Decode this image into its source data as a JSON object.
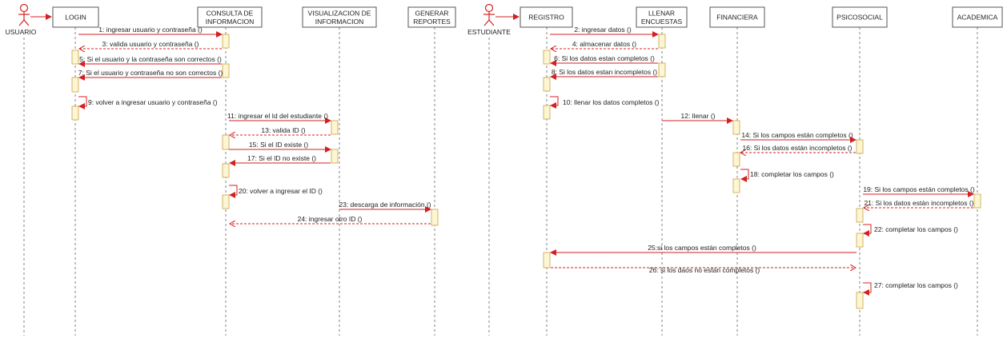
{
  "actors": [
    "USUARIO",
    "ESTUDIANTE"
  ],
  "participants": [
    {
      "lines": [
        "LOGIN"
      ]
    },
    {
      "lines": [
        "CONSULTA DE",
        "INFORMACION"
      ]
    },
    {
      "lines": [
        "VISUALIZACION DE",
        "INFORMACION"
      ]
    },
    {
      "lines": [
        "GENERAR",
        "REPORTES"
      ]
    },
    {
      "lines": [
        "REGISTRO"
      ]
    },
    {
      "lines": [
        "LLENAR",
        "ENCUESTAS"
      ]
    },
    {
      "lines": [
        "FINANCIERA"
      ]
    },
    {
      "lines": [
        "PSICOSOCIAL"
      ]
    },
    {
      "lines": [
        "ACADEMICA"
      ]
    }
  ],
  "messages": [
    "1: ingresar usuario y contraseña ()",
    "3: valida usuario y contraseña ()",
    "5: Si el usuario y la contraseña son correctos ()",
    "7: Si el usuario y contraseña no son correctos ()",
    "9: volver a ingresar usuario y contraseña ()",
    "11: ingresar el Id del estudiante ()",
    "13: valida ID ()",
    "15: Si el ID existe ()",
    "17: Si el ID no existe ()",
    "20: volver a ingresar  el ID ()",
    "23: descarga de información ()",
    "24: ingresar otro ID ()",
    "2: ingresar datos ()",
    "4: almacenar datos ()",
    "6: Si los datos estan completos ()",
    "8: Si los datos estan incompletos ()",
    "10: llenar los datos completos ()",
    "12: llenar ()",
    "14: Si los campos están completos ()",
    "16: Si los datos están incompletos ()",
    "18: completar los campos ()",
    "19: Si los campos están completos ()",
    "21: Si los datos están incompletos ()",
    "22: completar los campos ()",
    "25:si los campos están completos ()",
    "26: si los daos no están completos ()",
    "27: completar los campos ()"
  ]
}
